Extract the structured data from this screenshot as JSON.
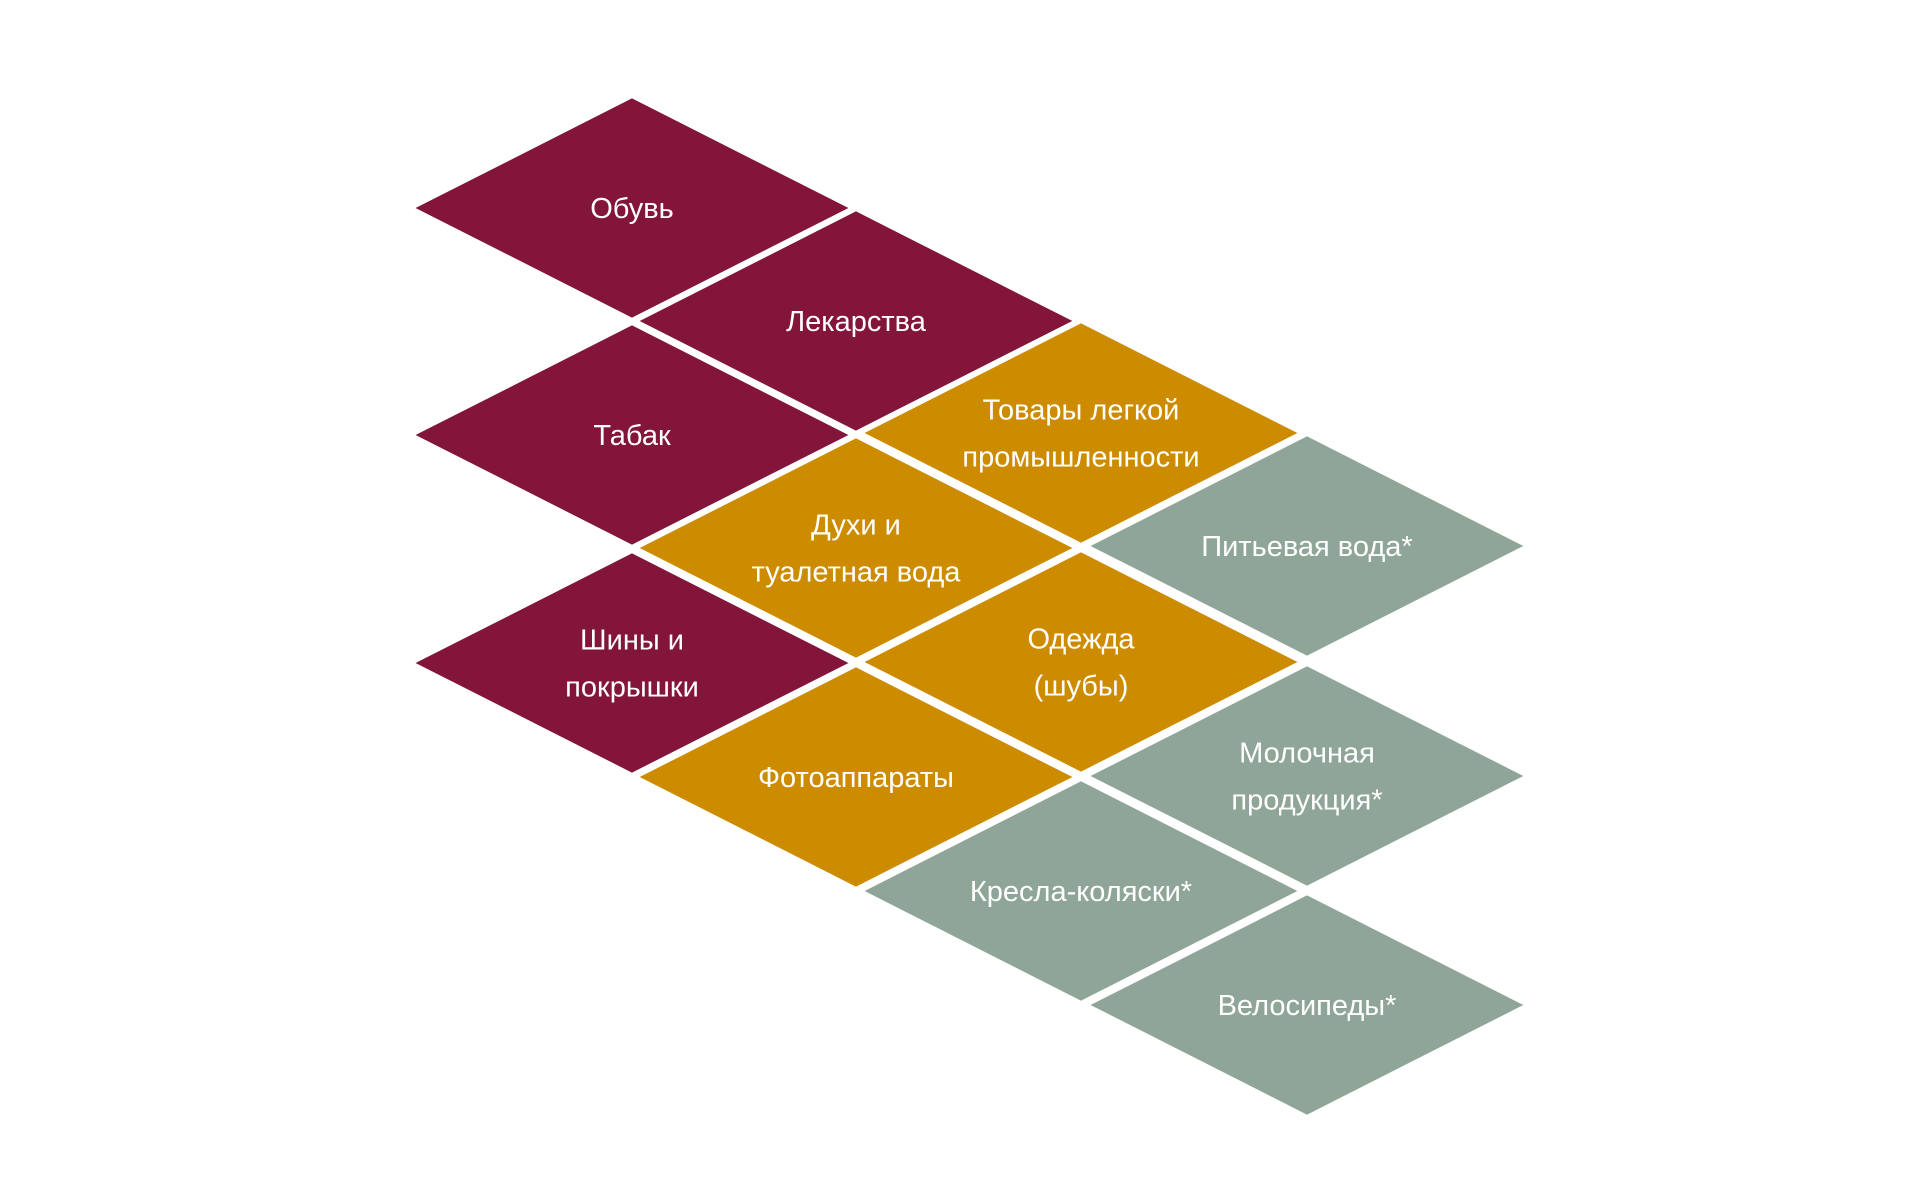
{
  "colors": {
    "background": "#ffffff",
    "regulated": "#83153b",
    "light_industry": "#cd8c00",
    "pilot": "#8ea597",
    "label_text": "#ffffff",
    "separator": "#ffffff"
  },
  "tiles": [
    {
      "key": "obuv",
      "color_group": "regulated",
      "lines": [
        "Обувь"
      ]
    },
    {
      "key": "lekarstva",
      "color_group": "regulated",
      "lines": [
        "Лекарства"
      ]
    },
    {
      "key": "tabak",
      "color_group": "regulated",
      "lines": [
        "Табак"
      ]
    },
    {
      "key": "tovary",
      "color_group": "light_industry",
      "lines": [
        "Товары легкой",
        "промышленности"
      ]
    },
    {
      "key": "duhi",
      "color_group": "light_industry",
      "lines": [
        "Духи и",
        "туалетная вода"
      ]
    },
    {
      "key": "pitevaya-voda",
      "color_group": "pilot",
      "lines": [
        "Питьевая вода*"
      ]
    },
    {
      "key": "shiny",
      "color_group": "regulated",
      "lines": [
        "Шины и",
        "покрышки"
      ]
    },
    {
      "key": "odezhda",
      "color_group": "light_industry",
      "lines": [
        "Одежда",
        "(шубы)"
      ]
    },
    {
      "key": "fotoapparaty",
      "color_group": "light_industry",
      "lines": [
        "Фотоаппараты"
      ]
    },
    {
      "key": "molochnaya",
      "color_group": "pilot",
      "lines": [
        "Молочная",
        "продукция*"
      ]
    },
    {
      "key": "kresla",
      "color_group": "pilot",
      "lines": [
        "Кресла-коляски*"
      ]
    },
    {
      "key": "velosipedy",
      "color_group": "pilot",
      "lines": [
        "Велосипеды*"
      ]
    }
  ]
}
